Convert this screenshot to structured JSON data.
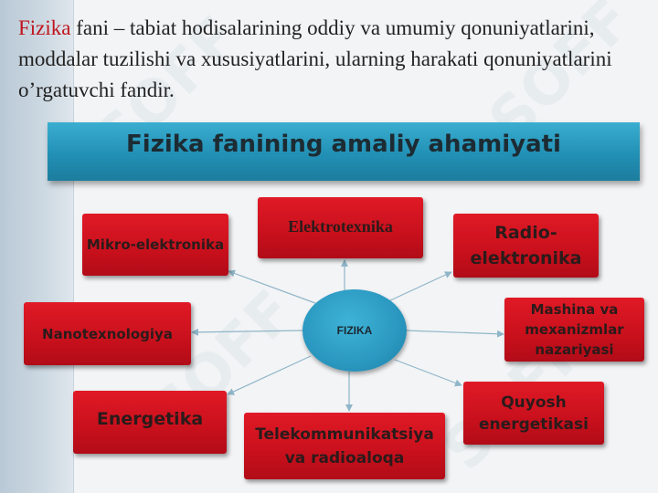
{
  "intro": {
    "highlight": "Fizika",
    "text": " fani – tabiat hodisalarining oddiy va umumiy qonuniyatlarini, moddalar tuzilishi va xususiyatlarini, ularning harakati qonuniyatlarini o’rgatuvchi fandir."
  },
  "banner": {
    "title": "Fizika fanining amaliy ahamiyati"
  },
  "hub": {
    "label": "FIZIKA"
  },
  "nodes": {
    "mikro": "Mikro-elektronika",
    "elektro": "Elektrotexnika",
    "radio": "Radio-elektronika",
    "nano": "Nanotexnologiya",
    "mashina": "Mashina va mexanizmlar nazariyasi",
    "energ": "Energetika",
    "telekom": "Telekommunikatsiya va radioaloqa",
    "quyosh": "Quyosh energetikasi"
  },
  "watermark": "SOFF",
  "colors": {
    "box_red": "#d0121e",
    "banner_blue": "#2596bd",
    "hub_blue": "#2a98c0",
    "highlight_red": "#c0141c"
  }
}
